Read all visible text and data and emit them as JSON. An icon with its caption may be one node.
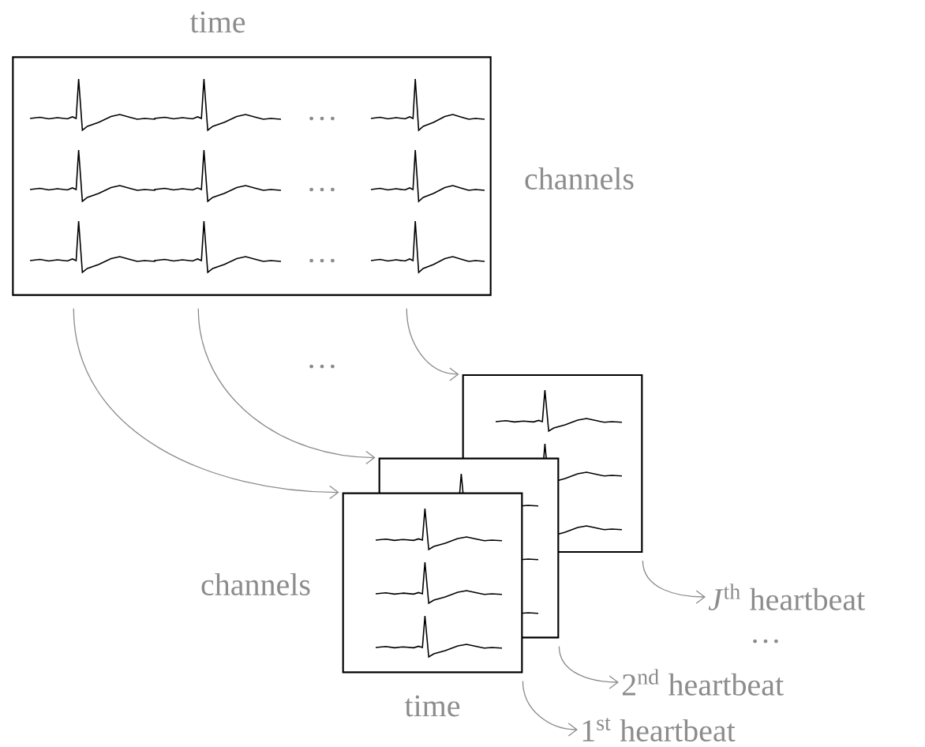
{
  "diagram": {
    "nodes": [
      {
        "text": [],
        "shape": "box"
      },
      {
        "text": [],
        "shape": "box"
      },
      {
        "text": [],
        "shape": "box"
      },
      {
        "text": [],
        "shape": "box"
      },
      {
        "text": [
          "*J*$^{th}$ heartbeat"
        ]
      },
      {
        "text": [
          "2$^{nd}$ heartbeat"
        ]
      },
      {
        "text": [
          "1$^{st}$ heartbeat"
        ]
      }
    ],
    "edges": [
      {
        "from": 0,
        "to": 3,
        "arrow": "to"
      },
      {
        "from": 0,
        "to": 2,
        "arrow": "to"
      },
      {
        "from": 0,
        "to": 1,
        "arrow": "to"
      },
      {
        "from": 1,
        "to": 4,
        "arrow": "to"
      },
      {
        "from": 2,
        "to": 5,
        "arrow": "to"
      },
      {
        "from": 3,
        "to": 6,
        "arrow": "to"
      }
    ],
    "labels": [
      "time",
      "channels",
      "…",
      "…",
      "…",
      "…",
      "…",
      "channels",
      "time"
    ]
  }
}
